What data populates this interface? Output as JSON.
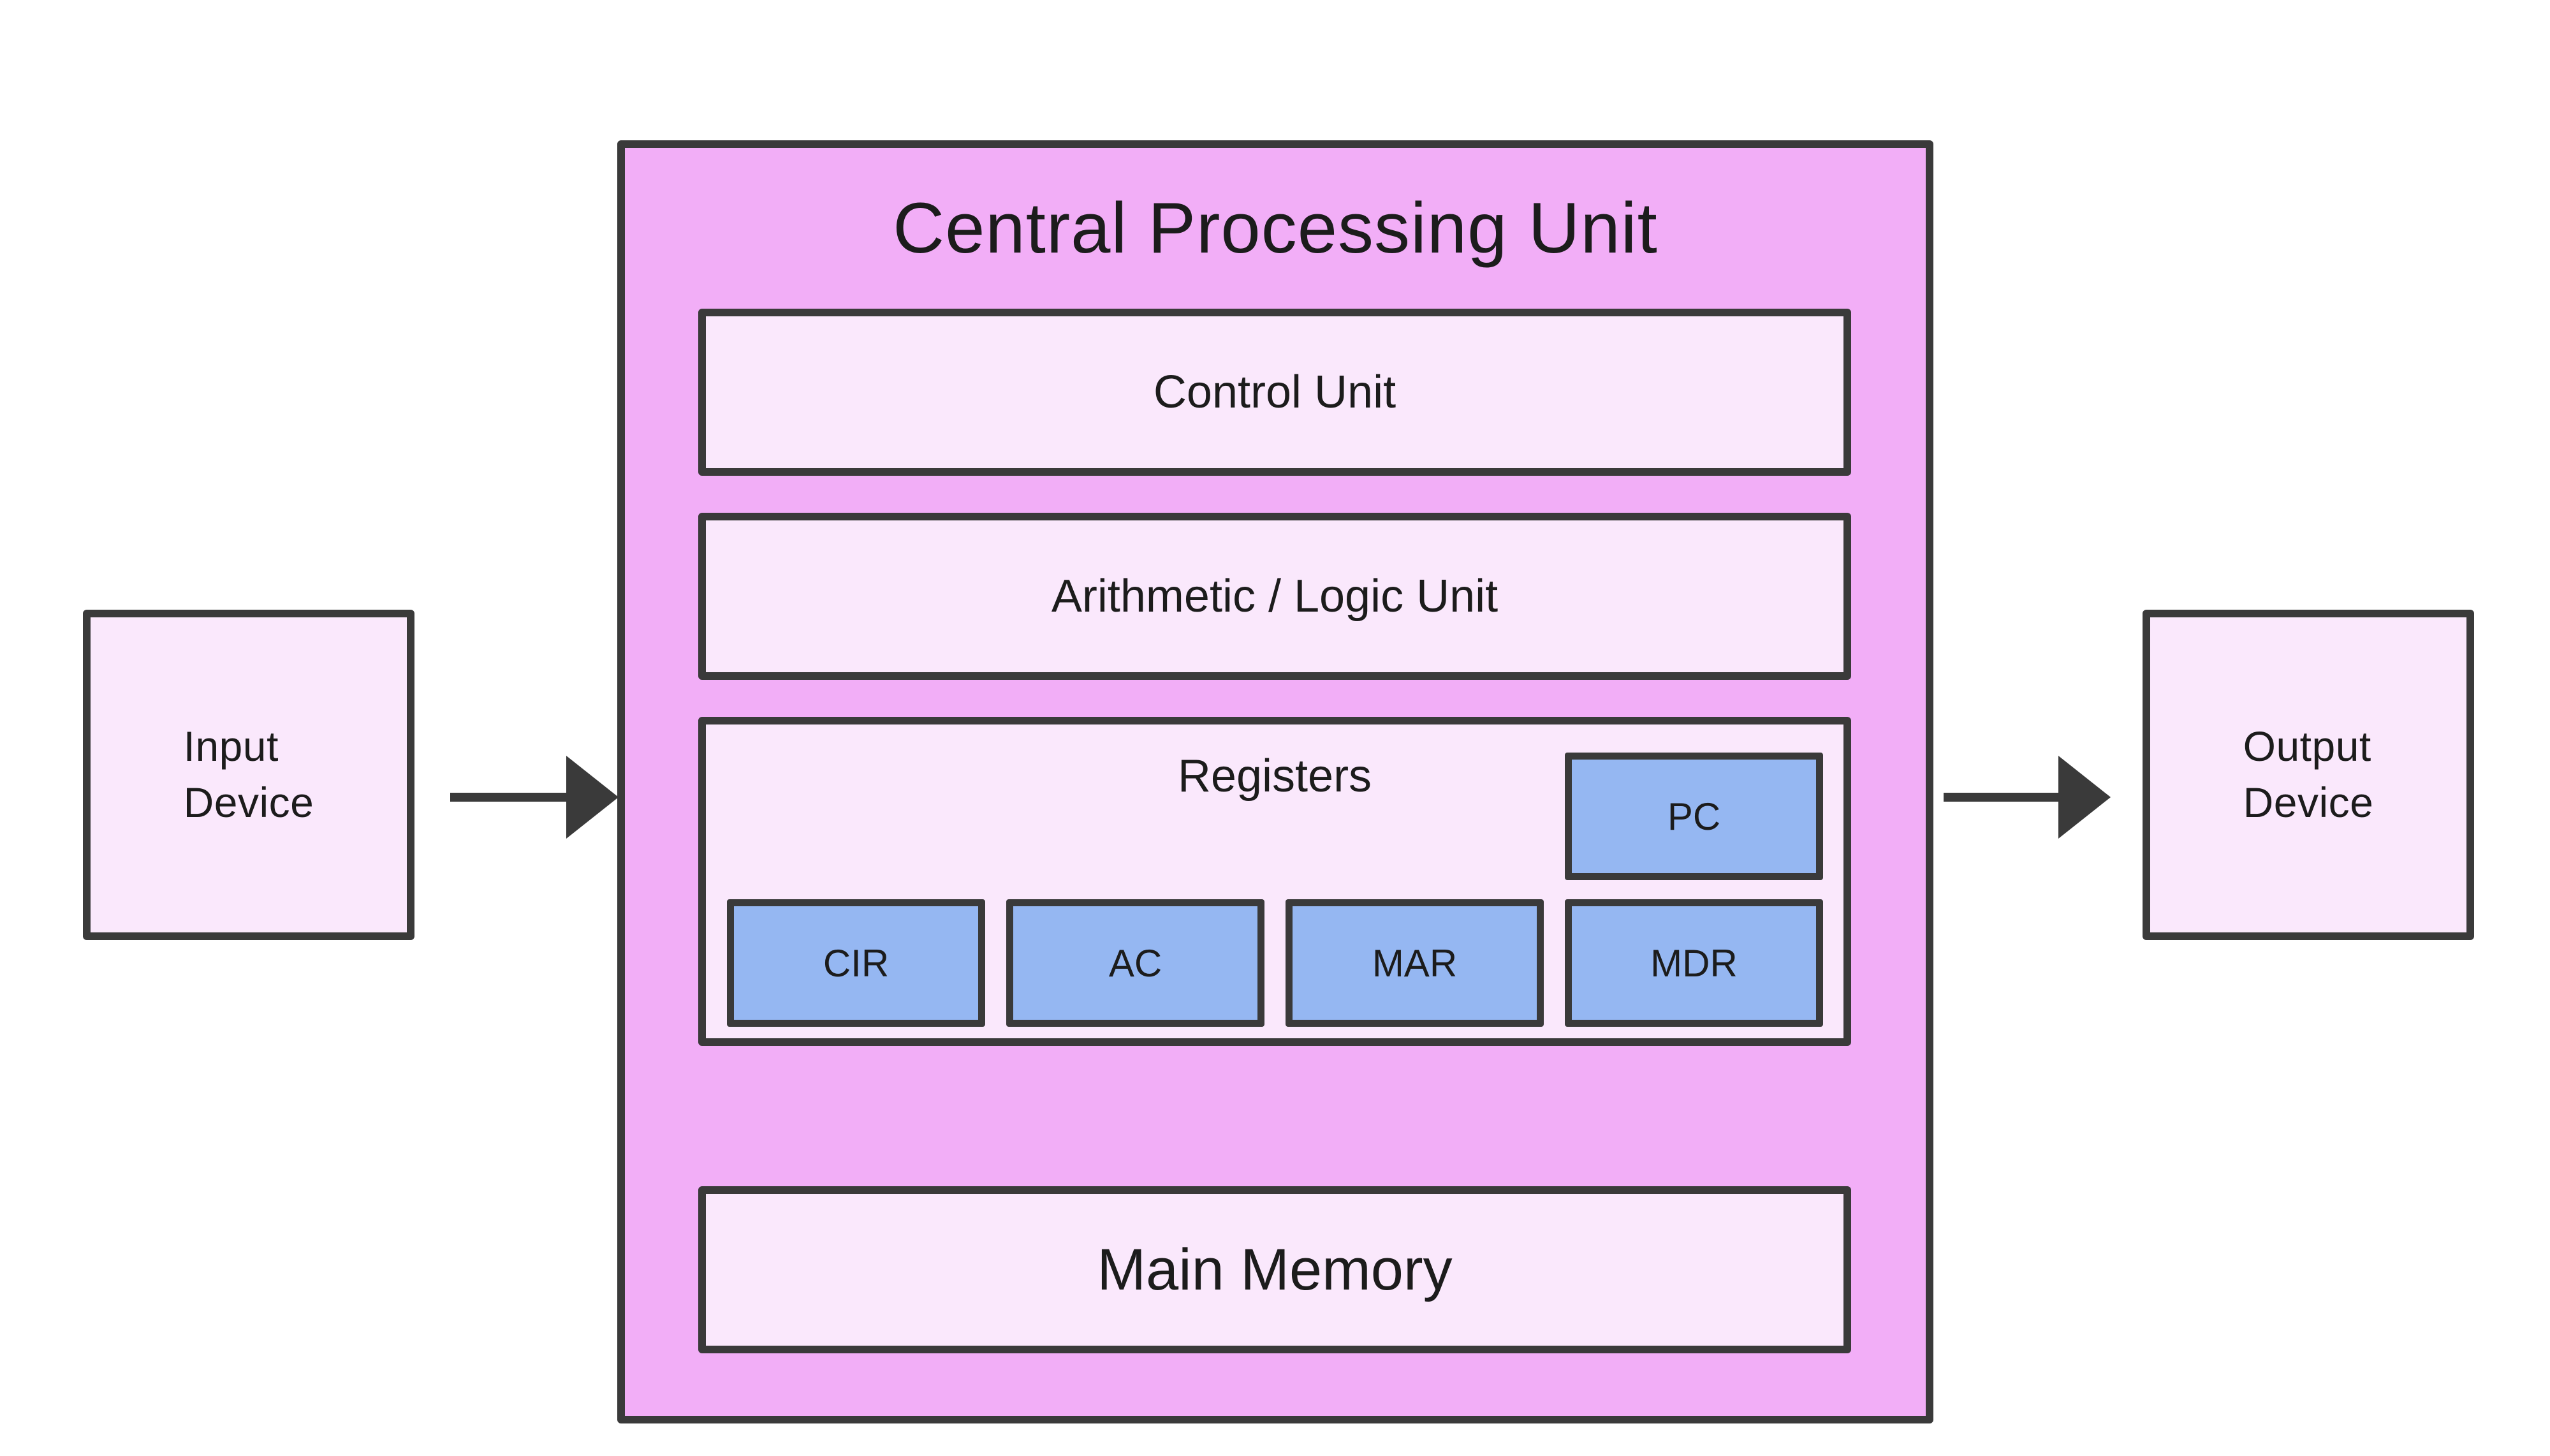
{
  "diagram": {
    "title": "Central Processing Unit",
    "input_device": {
      "line1": "Input",
      "line2": "Device"
    },
    "output_device": {
      "line1": "Output",
      "line2": "Device"
    },
    "cpu": {
      "control_unit": "Control Unit",
      "alu": "Arithmetic / Logic Unit",
      "registers": {
        "label": "Registers",
        "pc": "PC",
        "row": [
          "CIR",
          "AC",
          "MAR",
          "MDR"
        ]
      },
      "main_memory": "Main Memory"
    },
    "colors": {
      "cpu_fill": "#f2aef7",
      "box_fill": "#fae8fc",
      "register_fill": "#95b7f2",
      "border": "#3a3a3a",
      "arrow": "#3a3a3a",
      "text": "#1c1c1c",
      "background": "#ffffff"
    }
  }
}
